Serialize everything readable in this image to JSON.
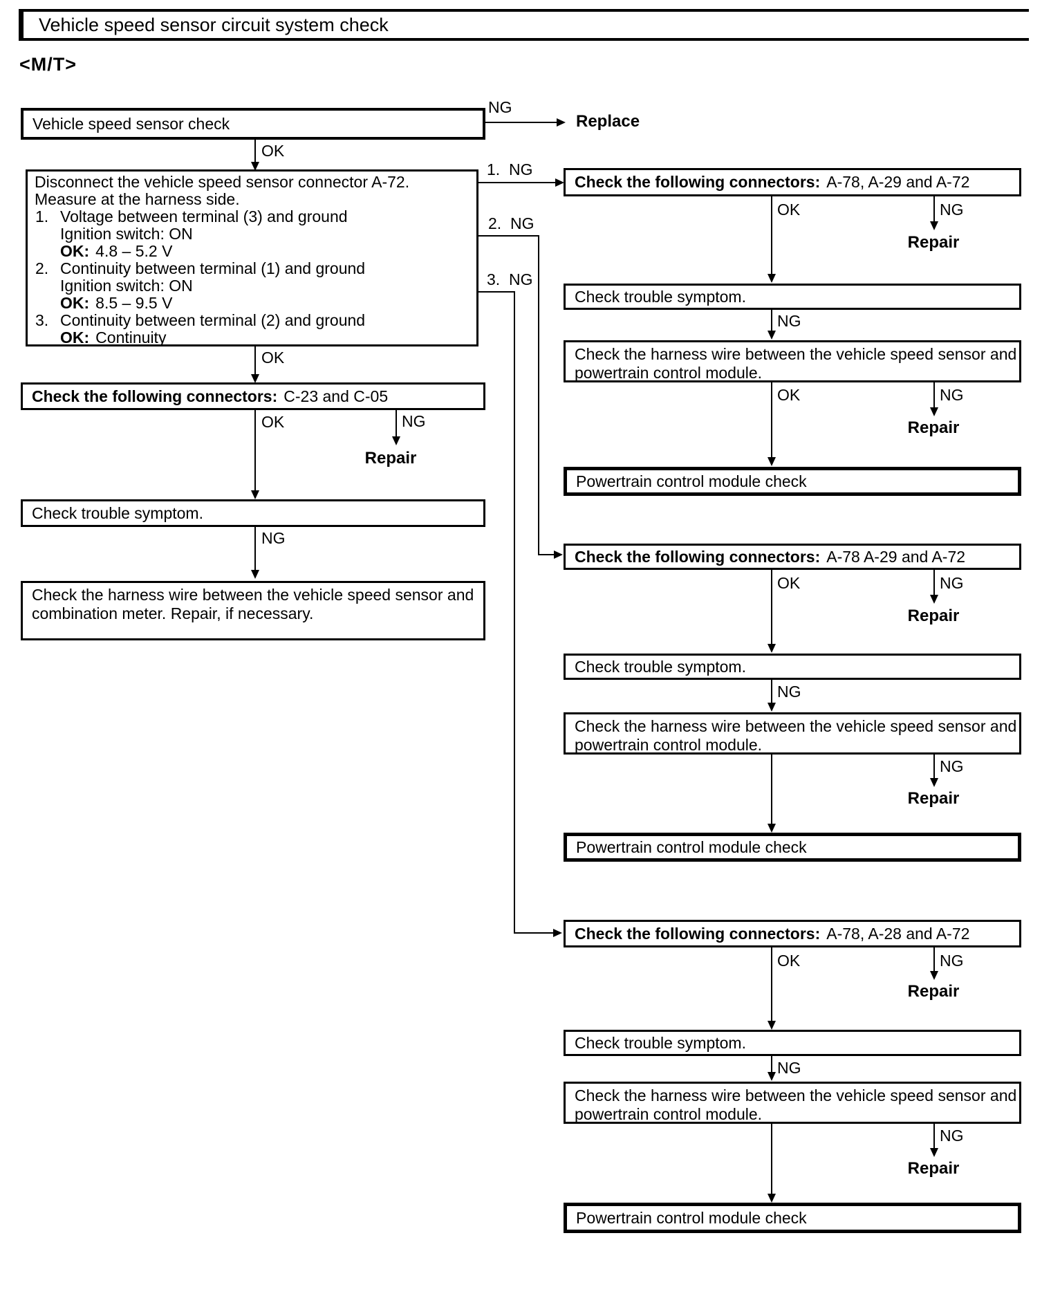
{
  "page": {
    "title": "Vehicle speed sensor circuit system check",
    "transmission": "<M/T>"
  },
  "labels": {
    "ok": "OK",
    "ng": "NG",
    "ng1": "1.  NG",
    "ng2": "2.  NG",
    "ng3": "3.  NG",
    "repair": "Repair",
    "replace": "Replace"
  },
  "left_flow": {
    "sensor_check": "Vehicle speed sensor check",
    "disconnect_box": {
      "intro1": "Disconnect the vehicle speed sensor connector A-72.",
      "intro2": "Measure at the harness side.",
      "step1_num": "1.",
      "step1_text": "Voltage between terminal (3) and ground",
      "step1_cond": "Ignition switch: ON",
      "step1_ok": "OK:",
      "step1_val": "4.8 – 5.2 V",
      "step2_num": "2.",
      "step2_text": "Continuity between terminal (1) and ground",
      "step2_cond": "Ignition switch: ON",
      "step2_ok": "OK:",
      "step2_val": "8.5 – 9.5 V",
      "step3_num": "3.",
      "step3_text": "Continuity between terminal (2) and ground",
      "step3_ok": "OK:",
      "step3_val": "Continuity"
    },
    "connectors_bold": "Check the following connectors:",
    "connectors_rest": "C-23 and C-05",
    "trouble": "Check trouble symptom.",
    "harness_line1": "Check the harness wire between the vehicle speed sensor and",
    "harness_line2": "combination meter. Repair, if necessary."
  },
  "right_flows": [
    {
      "connectors_bold": "Check the following connectors:",
      "connectors_rest": "A-78, A-29 and A-72",
      "trouble": "Check trouble symptom.",
      "harness_line1": "Check the harness wire between the vehicle speed sensor and",
      "harness_line2": "powertrain control module.",
      "pcm_check": "Powertrain control module check"
    },
    {
      "connectors_bold": "Check the following connectors:",
      "connectors_rest": "A-78 A-29 and A-72",
      "trouble": "Check trouble symptom.",
      "harness_line1": "Check the harness wire between the vehicle speed sensor and",
      "harness_line2": "powertrain control module.",
      "pcm_check": "Powertrain control module check"
    },
    {
      "connectors_bold": "Check the following connectors:",
      "connectors_rest": "A-78, A-28 and A-72",
      "trouble": "Check trouble symptom.",
      "harness_line1": "Check the harness wire between the vehicle speed sensor and",
      "harness_line2": "powertrain control module.",
      "pcm_check": "Powertrain control module check"
    }
  ],
  "colors": {
    "ink": "#000000",
    "paper": "#ffffff"
  }
}
